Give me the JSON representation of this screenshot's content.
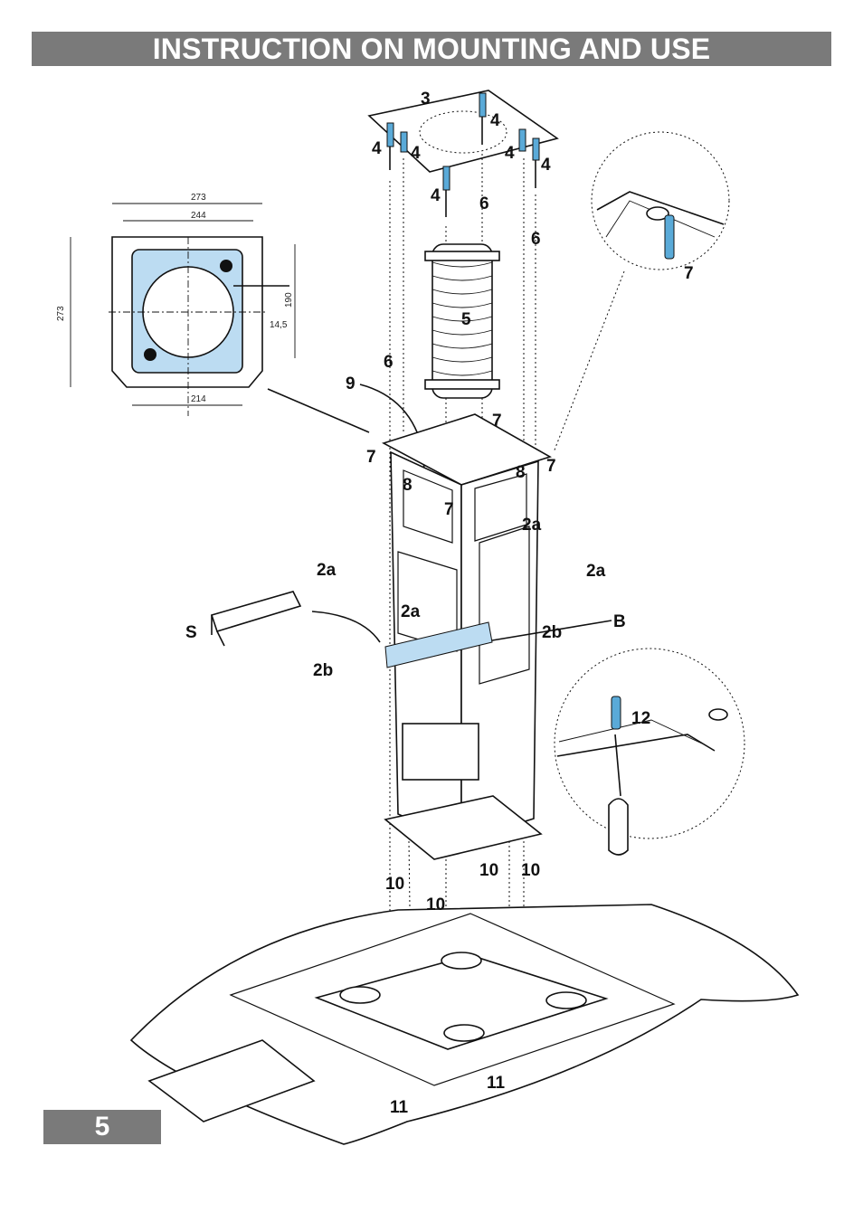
{
  "header": {
    "title": "INSTRUCTION ON MOUNTING AND USE"
  },
  "page": {
    "number": "5"
  },
  "template": {
    "dim_273_top": "273",
    "dim_244": "244",
    "dim_273_left": "273",
    "dim_190": "190",
    "dim_14_5": "14,5",
    "dim_214": "214"
  },
  "parts": {
    "p3": "3",
    "p4a": "4",
    "p4b": "4",
    "p4c": "4",
    "p4d": "4",
    "p4e": "4",
    "p4f": "4",
    "p5": "5",
    "p6a": "6",
    "p6b": "6",
    "p6c": "6",
    "p7a": "7",
    "p7b": "7",
    "p7c": "7",
    "p7d": "7",
    "p7e": "7",
    "p8a": "8",
    "p8b": "8",
    "p9": "9",
    "p2a1": "2a",
    "p2a2": "2a",
    "p2a3": "2a",
    "p2a4": "2a",
    "p2b1": "2b",
    "p2b2": "2b",
    "pS": "S",
    "pB": "B",
    "p12": "12",
    "p10a": "10",
    "p10b": "10",
    "p10c": "10",
    "p10d": "10",
    "p11a": "11",
    "p11b": "11"
  },
  "colors": {
    "bar": "#7a7a7a",
    "highlight": "#bcdcf2",
    "screw": "#5aaad8"
  }
}
